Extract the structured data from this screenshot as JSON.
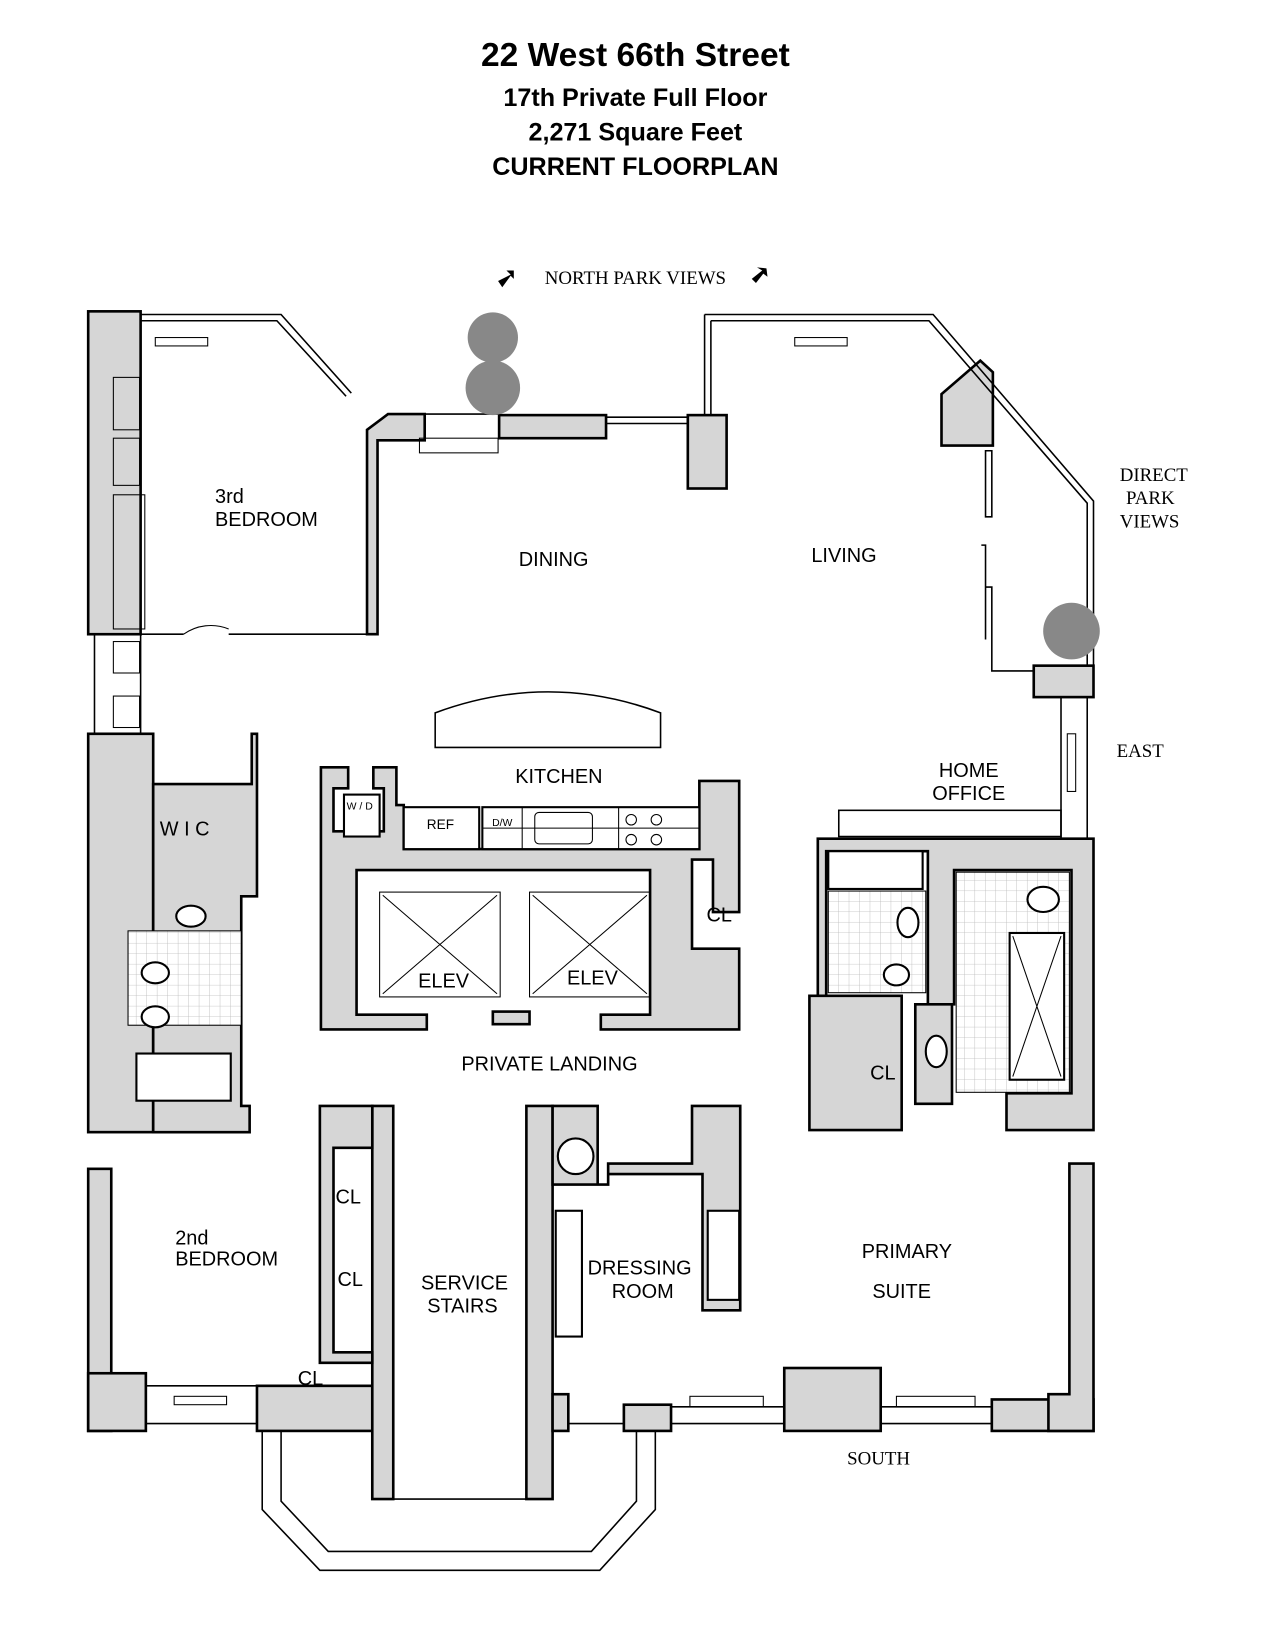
{
  "header": {
    "address": "22 West 66th Street",
    "floor": "17th Private Full Floor",
    "area": "2,271 Square Feet",
    "plan_type": "CURRENT FLOORPLAN"
  },
  "orientation": {
    "north": "NORTH PARK VIEWS",
    "direct_views": [
      "DIRECT",
      "PARK",
      "VIEWS"
    ],
    "east": "EAST",
    "south": "SOUTH"
  },
  "rooms": {
    "third_bedroom": [
      "3rd",
      "BEDROOM"
    ],
    "dining": "DINING",
    "living": "LIVING",
    "kitchen": "KITCHEN",
    "home_office": [
      "HOME",
      "OFFICE"
    ],
    "wic": "W I C",
    "private_landing": "PRIVATE LANDING",
    "second_bedroom": [
      "2nd",
      "BEDROOM"
    ],
    "service_stairs": [
      "SERVICE",
      "STAIRS"
    ],
    "dressing_room": [
      "DRESSING",
      "ROOM"
    ],
    "primary_suite": [
      "PRIMARY",
      "SUITE"
    ]
  },
  "fixtures": {
    "washer_dryer": "W / D",
    "refrigerator": "REF",
    "dishwasher": "D/W",
    "elevator": "ELEV",
    "closet": "CL"
  },
  "colors": {
    "wall": "#d6d6d6",
    "tree": "#888888"
  }
}
